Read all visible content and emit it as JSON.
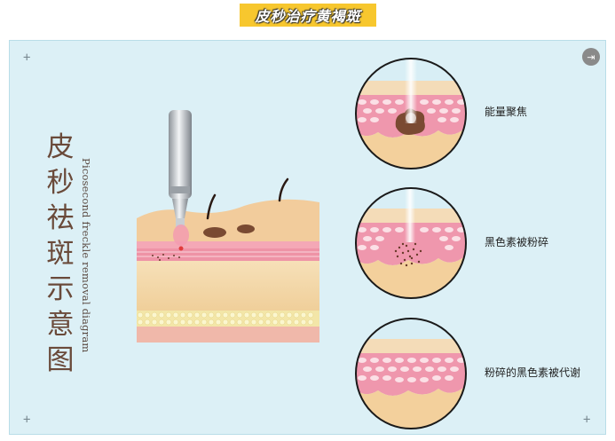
{
  "banner": {
    "title": "皮秒治疗黄褐斑"
  },
  "card": {
    "title_cn": [
      "皮",
      "秒",
      "祛",
      "斑",
      "示",
      "意",
      "图"
    ],
    "title_en": "Picosecond freckle removal diagram"
  },
  "stages": [
    {
      "label": "能量聚焦"
    },
    {
      "label": "黑色素被粉碎"
    },
    {
      "label": "粉碎的黑色素被代谢"
    }
  ],
  "icons": {
    "exit": "exit-icon",
    "corner": "plus-icon"
  },
  "colors": {
    "banner": "#f7c72e",
    "card_bg": "#dcf0f6",
    "skin_top": "#f2cc9c",
    "dermis": "#f4dcb0",
    "pink_layer": "#ef97ad",
    "fat_beads": "#f6efb0",
    "pigment": "#7a4a32",
    "device_metal": "#b9bec4"
  }
}
